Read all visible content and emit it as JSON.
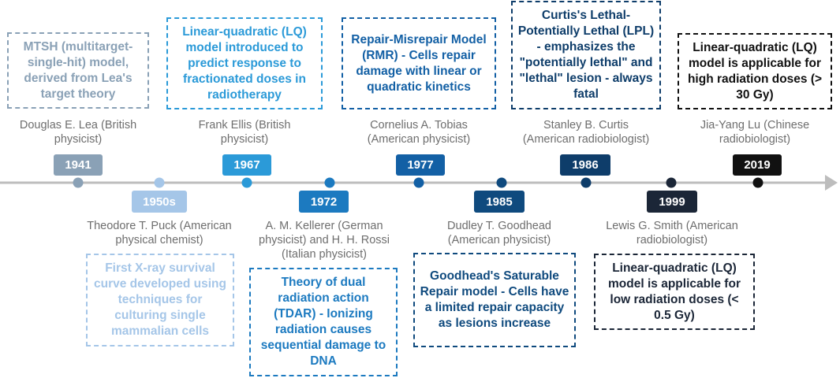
{
  "colors": {
    "axis": "#bdbdbd",
    "c1941": "#8aa1b6",
    "c1950s": "#a5c6e8",
    "c1967": "#2b9ad8",
    "c1972": "#1c7ac0",
    "c1977": "#1360a5",
    "c1985": "#0f4a7e",
    "c1986": "#0e3d6a",
    "c1999": "#1b2637",
    "c2019": "#111111"
  },
  "milestones": [
    {
      "year": "1941",
      "person": "Douglas E. Lea (British\nphysicist)",
      "description": "MTSH (multitarget-single-hit) model, derived from Lea's target theory"
    },
    {
      "year": "1950s",
      "person": "Theodore T. Puck (American\nphysical chemist)",
      "description": "First X-ray survival curve developed using techniques for culturing single mammalian cells"
    },
    {
      "year": "1967",
      "person": "Frank Ellis (British\nphysicist)",
      "description": "Linear-quadratic (LQ) model introduced to predict response to fractionated doses in radiotherapy"
    },
    {
      "year": "1972",
      "person": "A. M. Kellerer (German\nphysicist) and H. H. Rossi\n(Italian physicist)",
      "description": "Theory of dual radiation action (TDAR) - Ionizing radiation causes sequential damage to DNA"
    },
    {
      "year": "1977",
      "person": "Cornelius A. Tobias\n(American physicist)",
      "description": "Repair-Misrepair Model (RMR) - Cells repair damage with linear or quadratic kinetics"
    },
    {
      "year": "1985",
      "person": "Dudley T. Goodhead\n(American physicist)",
      "description": "Goodhead's Saturable Repair model - Cells have a limited repair capacity as lesions increase"
    },
    {
      "year": "1986",
      "person": "Stanley B. Curtis\n(American radiobiologist)",
      "description": "Curtis's Lethal-Potentially Lethal (LPL) - emphasizes the \"potentially lethal\" and \"lethal\" lesion - always fatal"
    },
    {
      "year": "1999",
      "person": "Lewis G. Smith (American\nradiobiologist)",
      "description": "Linear-quadratic (LQ) model is applicable for low radiation doses (< 0.5 Gy)"
    },
    {
      "year": "2019",
      "person": "Jia-Yang Lu (Chinese\nradiobiologist)",
      "description": "Linear-quadratic (LQ) model is applicable for high radiation doses (> 30 Gy)"
    }
  ]
}
